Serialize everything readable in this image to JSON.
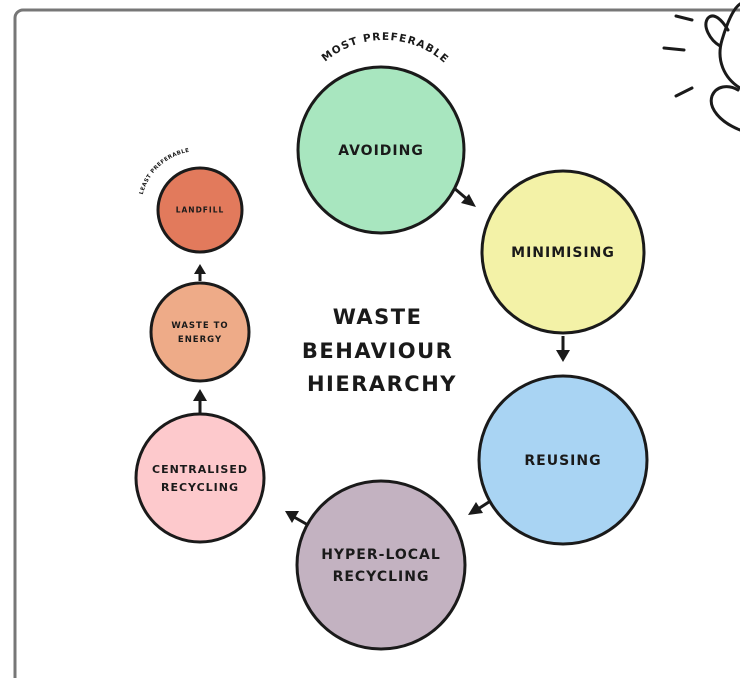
{
  "title": {
    "lines": [
      "WASTE",
      "BEHAVIOUR",
      "HIERARCHY"
    ]
  },
  "most_preferable": "MOST PREFERABLE",
  "least_preferable": "LEAST PREFERABLE",
  "nodes": [
    {
      "id": "avoiding",
      "lines": [
        "AVOIDING"
      ],
      "color": "#a8e6bf"
    },
    {
      "id": "minimising",
      "lines": [
        "MINIMISING"
      ],
      "color": "#f3f2a7"
    },
    {
      "id": "reusing",
      "lines": [
        "REUSING"
      ],
      "color": "#a9d4f3"
    },
    {
      "id": "hyper-local-recycling",
      "lines": [
        "HYPER-LOCAL",
        "RECYCLING"
      ],
      "color": "#c3b2c1"
    },
    {
      "id": "centralised-recycling",
      "lines": [
        "CENTRALISED",
        "RECYCLING"
      ],
      "color": "#fdc9cc"
    },
    {
      "id": "waste-to-energy",
      "lines": [
        "WASTE TO",
        "ENERGY"
      ],
      "color": "#eeab88"
    },
    {
      "id": "landfill",
      "lines": [
        "LANDFILL"
      ],
      "color": "#e27a5c"
    }
  ],
  "colors": {
    "outline": "#1a1a1a",
    "frame": "#777777",
    "text": "#1a1a1a"
  },
  "icons": [
    "hand-icon"
  ]
}
